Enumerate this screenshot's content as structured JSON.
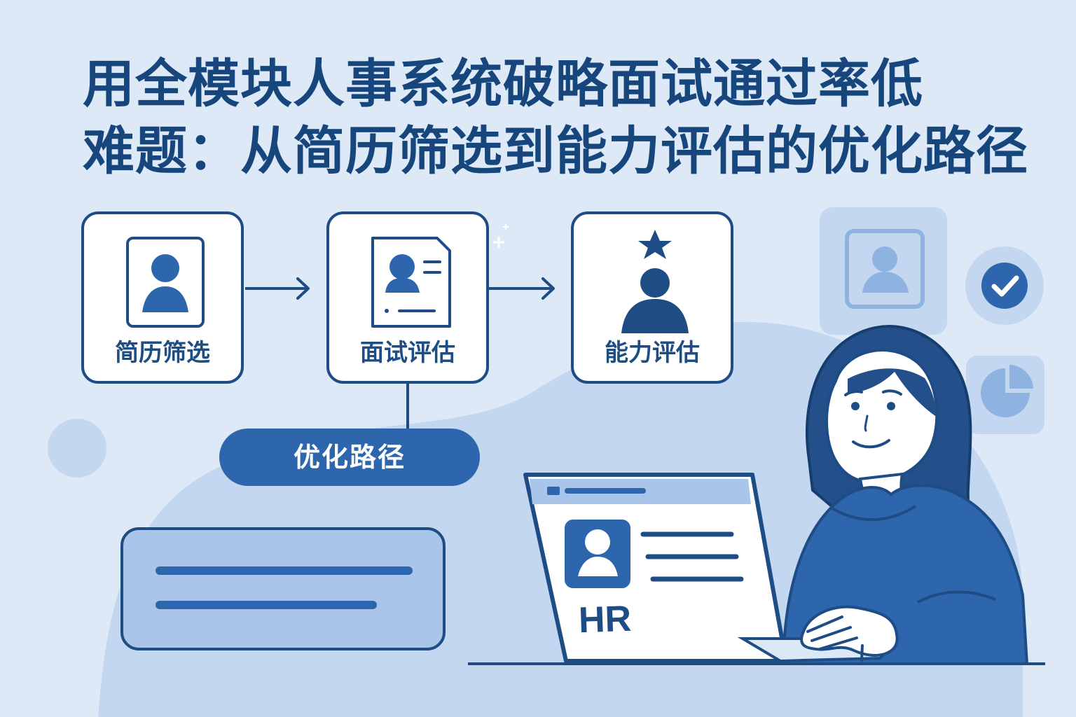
{
  "title": {
    "line1": "用全模块人事系统破略面试通过率低",
    "line2": "难题：从简历筛选到能力评估的优化路径"
  },
  "flow": {
    "steps": [
      {
        "label": "简历筛选",
        "icon": "person-card-icon"
      },
      {
        "label": "面试评估",
        "icon": "resume-document-icon"
      },
      {
        "label": "能力评估",
        "icon": "star-person-icon"
      }
    ],
    "optimization_label": "优化路径"
  },
  "laptop": {
    "screen_label": "HR"
  },
  "side_icons": [
    "profile-card-icon",
    "checkmark-icon",
    "pie-chart-icon"
  ],
  "colors": {
    "background": "#dde9f7",
    "primary": "#1e4c84",
    "accent": "#2e66ad",
    "light": "#a9c6ea"
  }
}
